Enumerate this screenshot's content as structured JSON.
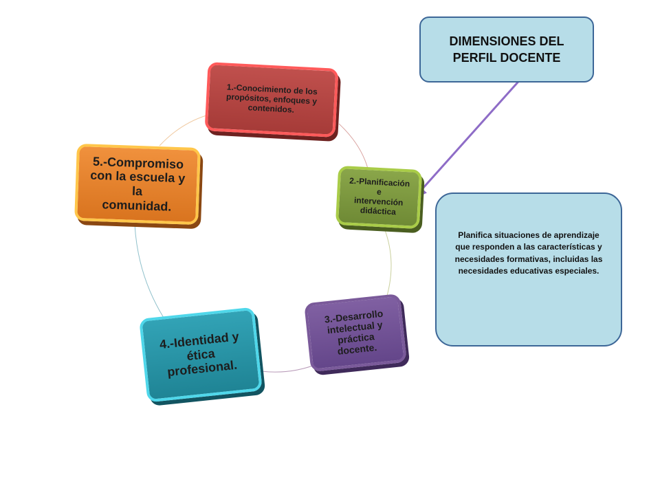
{
  "title": {
    "line1": "DIMENSIONES DEL",
    "line2": "PERFIL DOCENTE"
  },
  "description": "Planifica situaciones de aprendizaje que responden a las características y necesidades formativas, incluidas las necesidades educativas especiales.",
  "nodes": [
    {
      "id": "1",
      "color": "#c0504d",
      "lines": [
        "1.-Conocimiento de los",
        "propósitos, enfoques y",
        "contenidos."
      ]
    },
    {
      "id": "2",
      "color": "#8aa64a",
      "lines": [
        "2.-Planificación e",
        "intervención",
        "didáctica"
      ]
    },
    {
      "id": "3",
      "color": "#8060a2",
      "lines": [
        "3.-Desarrollo",
        "intelectual y",
        "práctica docente."
      ]
    },
    {
      "id": "4",
      "color": "#32a3b6",
      "lines": [
        "4.-Identidad y",
        "ética profesional."
      ]
    },
    {
      "id": "5",
      "color": "#f0913d",
      "lines": [
        "5.-Compromiso",
        "con la escuela y la",
        "comunidad."
      ]
    }
  ],
  "arrow_color": "#8e6cc7"
}
